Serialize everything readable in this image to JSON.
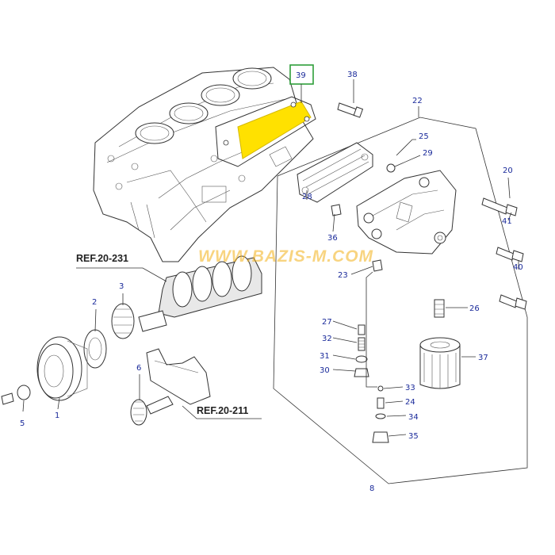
{
  "highlight": {
    "label": "39",
    "box_color": "#2e9e3a",
    "fill_color": "#ffe100"
  },
  "watermark": "WWW.BAZIS-M.COM",
  "refs": {
    "ref_a": "REF.20-231",
    "ref_b": "REF.20-211"
  },
  "callouts": {
    "c1": "1",
    "c2": "2",
    "c3": "3",
    "c5": "5",
    "c6": "6",
    "c8": "8",
    "c20": "20",
    "c22": "22",
    "c23": "23",
    "c24": "24",
    "c25": "25",
    "c26": "26",
    "c27": "27",
    "c28": "28",
    "c29": "29",
    "c30": "30",
    "c31": "31",
    "c32": "32",
    "c33": "33",
    "c34": "34",
    "c35": "35",
    "c36": "36",
    "c37": "37",
    "c38": "38",
    "c40": "40",
    "c41": "41"
  }
}
